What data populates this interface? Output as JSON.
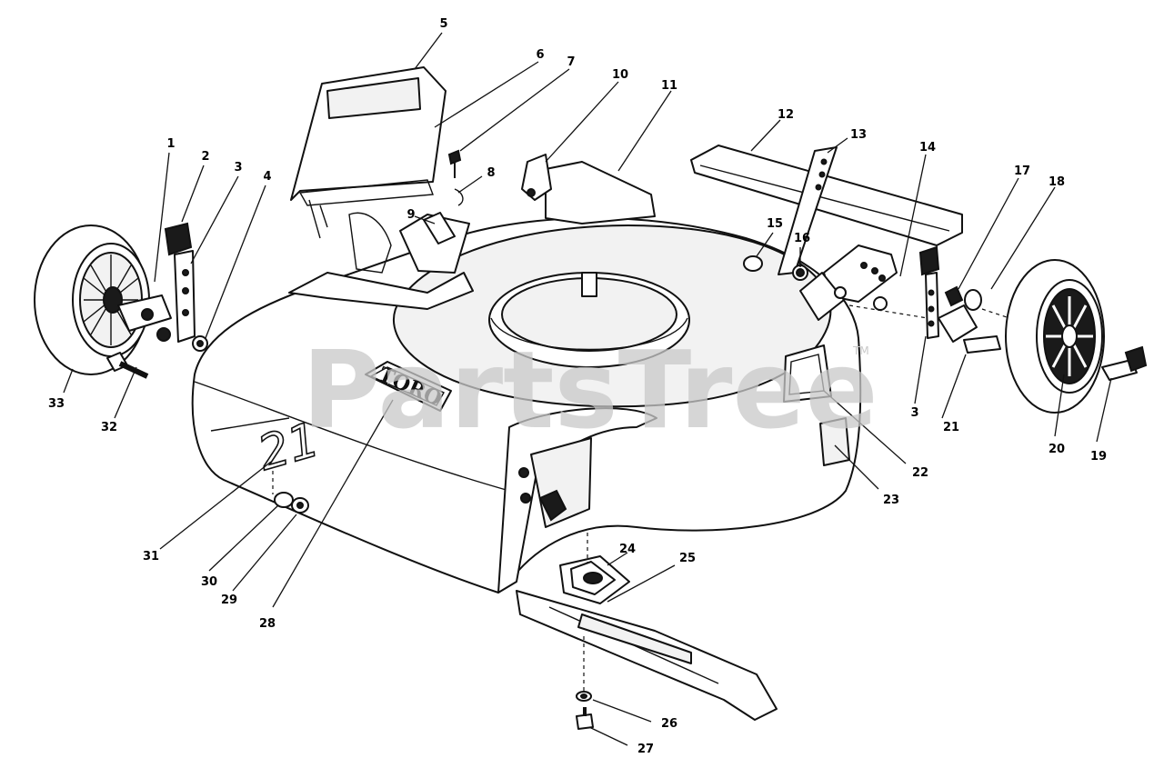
{
  "diagram": {
    "watermark": "PartsTree",
    "watermark_mark": "TM",
    "deck_brand": "TORO",
    "deck_size_mark": "21",
    "callouts": [
      "1",
      "2",
      "3",
      "4",
      "5",
      "6",
      "7",
      "8",
      "9",
      "10",
      "11",
      "12",
      "13",
      "14",
      "15",
      "16",
      "17",
      "18",
      "3",
      "19",
      "20",
      "21",
      "22",
      "23",
      "24",
      "25",
      "26",
      "27",
      "28",
      "29",
      "30",
      "31",
      "32",
      "33"
    ]
  }
}
